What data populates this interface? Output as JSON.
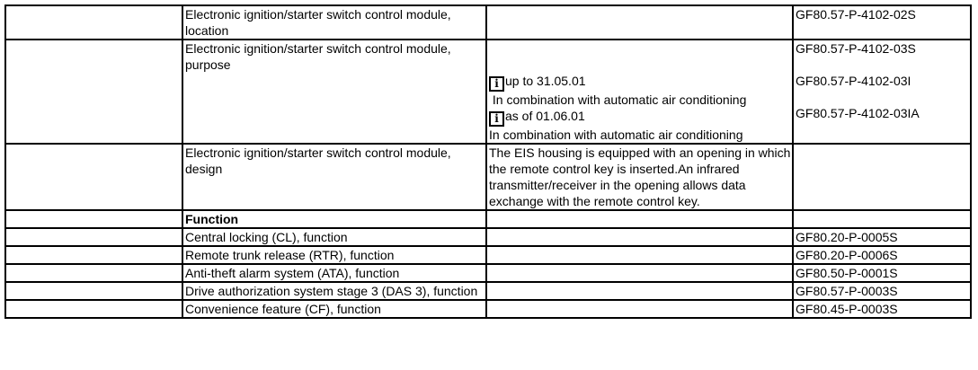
{
  "rows": [
    {
      "title": "Electronic ignition/starter switch control module, location",
      "info": "",
      "code": "GF80.57-P-4102-02S"
    },
    {
      "title": "Electronic ignition/starter switch control module, purpose",
      "notes": [
        {
          "icon": "info-icon",
          "date": "up to 31.05.01",
          "text": " In combination with automatic air conditioning"
        },
        {
          "icon": "info-icon",
          "date": "as of 01.06.01",
          "text": "In combination with automatic air conditioning"
        }
      ],
      "codes": [
        "GF80.57-P-4102-03S",
        "GF80.57-P-4102-03I",
        "GF80.57-P-4102-03IA"
      ]
    },
    {
      "title": "Electronic ignition/starter switch control module, design",
      "info": "The EIS housing is equipped with an opening in which the remote control key is inserted.An infrared transmitter/receiver in the opening allows data exchange with the remote control key.",
      "code": ""
    },
    {
      "title": "Function",
      "info": "",
      "code": ""
    },
    {
      "title": "Central locking (CL), function",
      "info": "",
      "code": "GF80.20-P-0005S"
    },
    {
      "title": "Remote trunk release (RTR), function",
      "info": "",
      "code": "GF80.20-P-0006S"
    },
    {
      "title": "Anti-theft alarm system (ATA), function",
      "info": "",
      "code": "GF80.50-P-0001S"
    },
    {
      "title": "Drive authorization system stage 3 (DAS 3), function",
      "info": "",
      "code": "GF80.57-P-0003S"
    },
    {
      "title": "Convenience feature (CF), function",
      "info": "",
      "code": "GF80.45-P-0003S"
    }
  ],
  "icon_glyph": "i"
}
